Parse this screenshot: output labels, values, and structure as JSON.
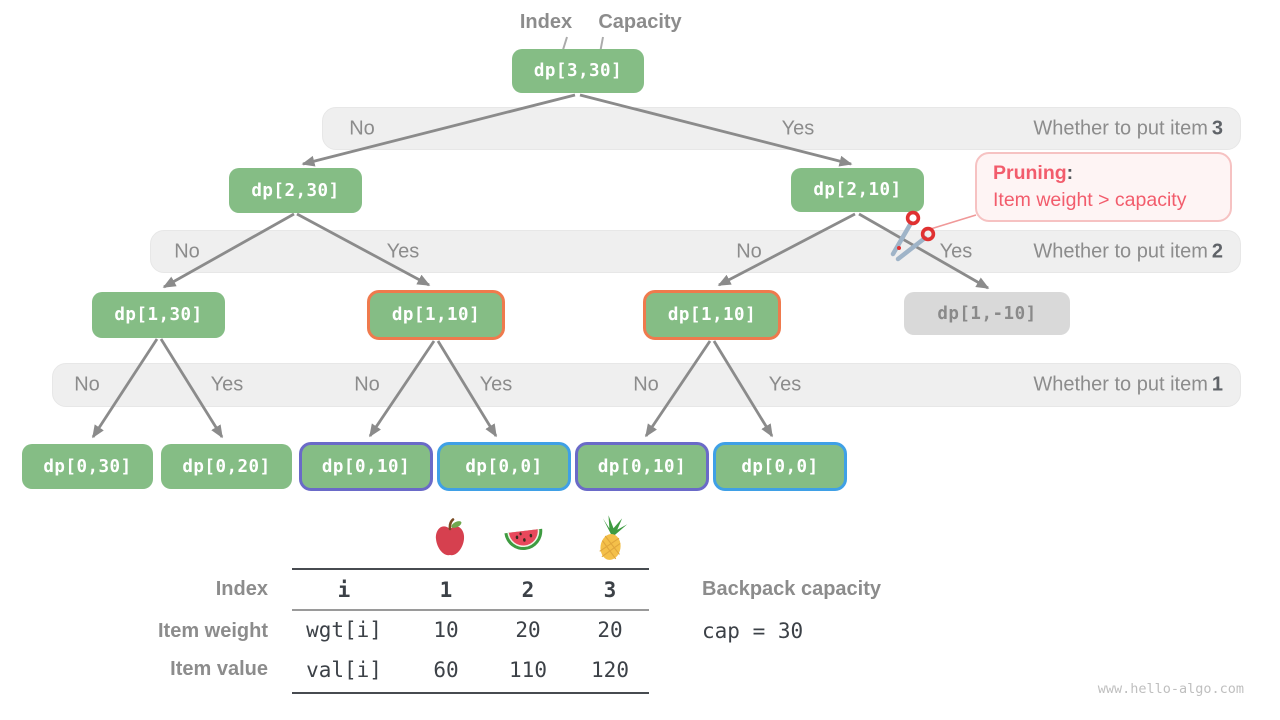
{
  "header": {
    "index_label": "Index",
    "capacity_label": "Capacity"
  },
  "tree": {
    "nodes": [
      {
        "label": "dp[3,30]",
        "variant": "green"
      },
      {
        "label": "dp[2,30]",
        "variant": "green"
      },
      {
        "label": "dp[2,10]",
        "variant": "green"
      },
      {
        "label": "dp[1,30]",
        "variant": "green"
      },
      {
        "label": "dp[1,10]",
        "variant": "orange-border"
      },
      {
        "label": "dp[1,10]",
        "variant": "orange-border"
      },
      {
        "label": "dp[1,-10]",
        "variant": "gray-pruned"
      },
      {
        "label": "dp[0,30]",
        "variant": "green"
      },
      {
        "label": "dp[0,20]",
        "variant": "green"
      },
      {
        "label": "dp[0,10]",
        "variant": "purple-border"
      },
      {
        "label": "dp[0,0]",
        "variant": "blue-border"
      },
      {
        "label": "dp[0,10]",
        "variant": "purple-border"
      },
      {
        "label": "dp[0,0]",
        "variant": "blue-border"
      }
    ]
  },
  "bands": [
    {
      "labels": [
        "No",
        "Yes"
      ],
      "title": "Whether to put item",
      "item_number": "3"
    },
    {
      "labels": [
        "No",
        "Yes",
        "No",
        "Yes"
      ],
      "title": "Whether to put item",
      "item_number": "2"
    },
    {
      "labels": [
        "No",
        "Yes",
        "No",
        "Yes",
        "No",
        "Yes"
      ],
      "title": "Whether to put item",
      "item_number": "1"
    }
  ],
  "pruning": {
    "title": "Pruning",
    "colon": ":",
    "text": "Item weight > capacity"
  },
  "icons": {
    "scissors": "scissors-icon",
    "fruits": [
      "apple",
      "watermelon",
      "pineapple"
    ]
  },
  "table": {
    "rows": [
      {
        "label": "Index",
        "code": "i",
        "values": [
          "1",
          "2",
          "3"
        ]
      },
      {
        "label": "Item weight",
        "code": "wgt[i]",
        "values": [
          "10",
          "20",
          "20"
        ]
      },
      {
        "label": "Item value",
        "code": "val[i]",
        "values": [
          "60",
          "110",
          "120"
        ]
      }
    ]
  },
  "capacity": {
    "label": "Backpack capacity",
    "code": "cap = 30"
  },
  "watermark": "www.hello-algo.com",
  "colors": {
    "node_green": "#85bd85",
    "node_gray": "#d9d9d9",
    "border_orange": "#ef7a4d",
    "border_purple": "#6a6ac8",
    "border_blue": "#3fa0e6",
    "band_gray": "#efefef",
    "arrow_gray": "#8b8b8b",
    "pruning_red": "#f25c6c"
  }
}
